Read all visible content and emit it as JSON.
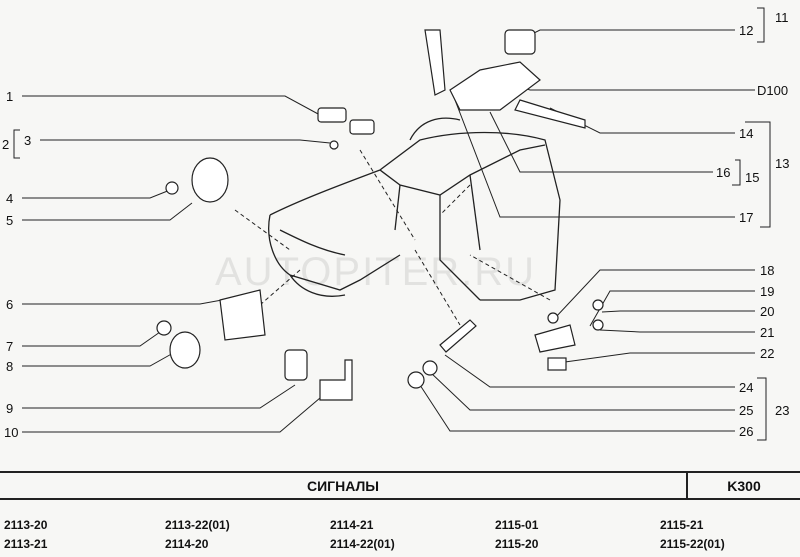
{
  "labels_left": [
    "1",
    "2",
    "3",
    "4",
    "5",
    "6",
    "7",
    "8",
    "9",
    "10"
  ],
  "labels_right": [
    "11",
    "12",
    "D100",
    "13",
    "14",
    "15",
    "16",
    "17",
    "18",
    "19",
    "20",
    "21",
    "22",
    "23",
    "24",
    "25",
    "26"
  ],
  "watermark": "AUTOPITER.RU",
  "footer": {
    "title": "СИГНАЛЫ",
    "code": "K300",
    "models": [
      [
        "2113-20",
        "2113-21"
      ],
      [
        "2113-22(01)",
        "2114-20"
      ],
      [
        "2114-21",
        "2114-22(01)"
      ],
      [
        "2115-01",
        "2115-20"
      ],
      [
        "2115-21",
        "2115-22(01)"
      ]
    ]
  }
}
